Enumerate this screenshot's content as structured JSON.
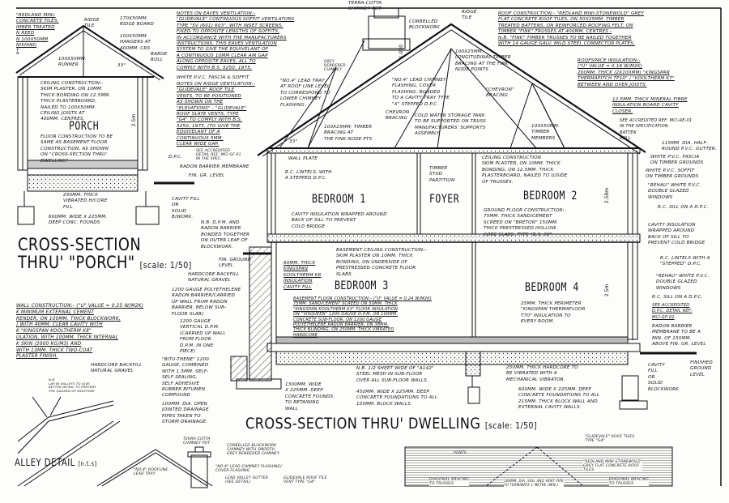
{
  "titles": {
    "porch_line1": "CROSS-SECTION",
    "porch_line2": "THRU' \"PORCH\"",
    "porch_scale": "[scale: 1/50]",
    "dwelling": "CROSS-SECTION THRU' DWELLING",
    "dwelling_scale": "[scale: 1/50]",
    "valley": "ALLEY DETAIL",
    "valley_scale": "[n.t.s]"
  },
  "rooms": {
    "porch": "PORCH",
    "bedroom1": "BEDROOM 1",
    "foyer": "FOYER",
    "bedroom2": "BEDROOM 2",
    "bedroom3": "BEDROOM 3",
    "bedroom4": "BEDROOM 4"
  },
  "dimensions": {
    "porch_height": "2.5m",
    "bed2_height": "2.58m",
    "bed4_height": "2.5m",
    "chimney_height": "1.000",
    "pitch_porch": "33°",
    "pitch_dwelling": "33°"
  },
  "notes": {
    "porch_roof": "\"Redland mini-\nconcrete tiles,\nimber treated\nn reed\nn 100x50mm\nnishing\nt",
    "ridge_tile": "Ridge\ntile",
    "ridge_board": "170x50mm.\nridge board",
    "hangers": "100x50mm.\nhangers at\n400mm. crs",
    "runner": "100x50mm.\nrunner",
    "barge_roll": "barge\nroll",
    "porch_ceiling": "Ceiling construction:-\nskim plaster, on 10mm.\nthick bonding on 12.5mm.\nthick plasterboard,\nnailed to 100x50mm.\nceiling joists at\n400mm. centres.",
    "porch_floor": "Floor construction to be\nsame as basement floor\nconstruction, as shown\non \"cross-section thru'\ndwelling\"",
    "porch_hardcore": "250mm. thick\nvibrated h/core\nfill",
    "porch_foundations": "600mm. wide x 225mm.\ndeep conc. founds",
    "dpc": "D.P.C.",
    "see_accredited": "see accredited\ndetail ref: mci-gf-01\nin the spec.",
    "radon_membrane": "radon barrier membrane",
    "fin_gr_level": "Fin. Gr. Level",
    "cavity_fill": "Cavity fill\nor\nsolid\nb/work.",
    "dpm_radon": "N.B. D.P.M. and\nradon barrier\nbonded together\non outer leaf of\nblockwork.",
    "eaves_vent": "Notes on eaves ventilation:-\n\"Glidevale\" continuous soffit ventilators\ntype \"SV (601) 603\", with inset screens,\nfixed to opposite lengths of soffits,\nin accordance with the manufacturers\ninstructions. This eaves ventilation\nsystem to give the equivelant of\na continuous 10mm clear air gap\nalong opposite eaves, all to\ncomply with B.S. 5250. 1975.",
    "fascia_soffit": "White p.v.c. fascia & soffit",
    "ridge_vent": "Notes on ridge ventilation:-\n\"Glidevale\" roof tile\nvents, to be positioned\nas shown on the\n\"elevations\" - \"Glidevale\"\nroof slate vents, type\n\"G4\" to comply with B.S.\n5250, 1975, (to give the\nequivelant of a\ncontinuous 5mm.\nclear wide gap.",
    "lead_tray": "\"No.4\" lead tray\nat roof line level\nto correspond to\nlower chimney\nflashing.",
    "grey_chimney": "Grey\nrendered\nchimney",
    "terra_cotta": "Terra-cotta\nchimney pot.",
    "corbelled": "Corbelled\nblockwork",
    "ridge_tile_main": "Ridge\ntile",
    "lead_flashing": "\"No.4\" lead chimney\nflashing, cover\nflashing, bonded\nto a cavity tray type\n\"X\" stepped d.p.c.",
    "chevron_bracing_l": "Chevron\nbracing",
    "timber_bracing": "100x25mm. timber\nbracing at\nthe fink node pts",
    "longitudinal": "100x25mm.\nlongitudinal timber\nbracing at the fink\nnode points",
    "chevron_bracing_r": "\"Chevron\"\nbracing",
    "water_tank": "Cold water storage tank\nto be supported on truss\nmanufacturers' supports\nassembly",
    "timber_members": "100x50mm.\ntimber\nmembers",
    "roof_construction": "Roof construction:- \"Redland mini-stonewold\" grey\nflat concrete roof tiles, on 50x25mm. timber\ntreated battens, on reinforced roofing felt, on\ntimber \"fink\" trusses at 400mm. centres -\nN.B. \"fink\" timber trusses to be nailed together\nwith 14 gauge galv. mild steel connector plates.",
    "roofspace_insulation": "Roofspace insulation:-\n(\"U\" value = 0.16 W/m2K)\n200mm. thick (2x100mm) \"Kingspan\nThermapitch TP10\" / \"Kooltherm K7\"\nbetween and over joists.",
    "mineral_fibre": "12.5mm. thick mineral fibre\ninsulation board cavity\ncloser.",
    "accredited_roof": "See accredited ref: mci-re-01\nin the specification\nbatten\nroll",
    "gutter": "115mm. dia. half-\nround p.v.c. gutter.",
    "fascia": "White p.v.c. fascia\non timber grounds",
    "soffit": "White p.v.c. soffit\non timber grounds",
    "rehau_top": "\"Rehau\" white p.v.c.\ndouble glazed\nwindows",
    "rc_sill_top": "R.C. sill on a d.p.c.",
    "cavity_insulation_r": "Cavity insulation\nwrapped around\nback of sill to\nprevent cold bridge",
    "wall_plate": "Wall plate",
    "lintels_l": "R.C. lintels, with\na stepped d.p.c.",
    "timber_stud": "Timber\nstud\npartition",
    "ceiling_main": "Ceiling construction\nskim plaster, on 10mm. thick\nbonding, on 12.5mm. thick\nplasterboard, nailed to u/side\nof trusses.",
    "ground_floor": "Ground floor construction:-\n75mm. thick sand/cement\nscreed on \"Breton\" 150mm.\nthick prestressed hollow\ncore slabs, type \"B.S. 96\"",
    "cavity_bed1": "Cavity insulation wrapped around\nback of sill to prevent\ncold bridge",
    "basement_ceiling": "Basement ceiling construction:-\nskim plaster on 10mm. thick\nbonding, on underside of\nprestressed concrete floor\nslabs.",
    "kingspan_wall": "60mm. thick\nKingspan\nKooltherm K8\ninsulation\ncavity fill",
    "basement_floor": "Basement floor construction:- (\"U\" value = 0.24 W/m2K)\n75mm. sand/cement screed on 50mm. thick\n\"Kingspan Kooltherm K3\" floor insulation\non \"Visqueen\" 1200 gauge d.p.m. on 100mm.\nconcrete sub-floor, on 1200 gauge\npolyethelene radon barrier, on 38mm.\nthick blinding, on 250mm. thick vibrated\nhardcore",
    "fin_ground": "Fin. ground\nlevel",
    "hardcore_backfill_top": "Hardcore backfill\nnatural gravel",
    "radon_carried": "1200 gauge polyethelene\nradon barrier/carried\nup wall from radon\nbarrier, below sub-\nfloor slab)",
    "vertical_dpm": "1200 gauge\nvertical d.p.m.\n(carried up wall\nfrom floor\nd.p.m. in one\npiece)",
    "hardcore_backfill": "Hardcore backfill\nnatural gravel",
    "bitu_thene": "\"Bitu-thene\" 1200\ngauge, combined\nwith 1.5mm. self-\nself sealing,\nself adhesive\nrubber bitumen\ncompound",
    "drainage": "100mm. dia. open\njointed drainage\npipes taken to\nstorm drainage.",
    "retaining_found": "1300mm. wide\nx 225mm. deep\nconcrete founds.\nto retaining\nwall",
    "a142": "N.B. 1/2 sheet wide of \"A142\"\nsteel mesh in sub-floor\nover all sub-floor walls.",
    "block_found": "450mm. wide x 225mm. deep\nconcrete foundations to all\n100mm. block walls.",
    "hardcore_250": "250mm. thick hardcore to\nbe vibrated with a\nmechanical vibrator.",
    "ext_found": "600mm. wide x 225mm. deep\nconcrete foundations to all\n215mm. thick block wall and\nexternal cavity walls.",
    "perimeter": "25mm. thick perimeter\n\"Kingspan Thermafloor\nT70\" insulation to\nevery room.",
    "lintels_r": "R.C. lintels with a\n\"stepped\" d.p.c.",
    "rehau_bottom": "\"Rehau\" white p.v.c.\ndouble glazed\nwindows",
    "rc_sill_bottom": "R.C. sill on a d.p.c.",
    "accredited_gf02": "See accredited\nd.p.c. detail ref:\nmci-gf-02",
    "radon_150": "Radon barrier\nmembrane to be a\nmin. of 150mm.\nabove fin. gr. level",
    "finished_ground": "Finished\nground\nlevel",
    "cavity_fill_r": "Cavity\nfill\nor\nsolid\nblockwork.",
    "wall_values": "Wall construction:- (\"U\" value = 0.25 W/m2K)\nk minimum external cement\nrender, on 100mm. thick blockwork,\n) with 40mm. clear cavity with\nk \"Kingspan Kooltherm K8\"\nulation, with 100mm. thick internal\nk skin (2000 kg/m3) and\nwith 13mm. thick two-coat\nplaster finish.",
    "valley_note": "N.B.\nlap in valleys to give\nbetter detail to prevent\nthe hazard of moisture",
    "valley_gutter": "Lead valley gutter\n(see detail)",
    "ch_pot": "Terra-cotta\nchimney pot",
    "ch_corbel": "Corbelled blockwork\nchimney with smooth\ngrey rendered chimney",
    "ch_flash": "\"No.4\" lead chimney flashing/\ncover flashing",
    "ch_tray": "\"No.4\" roofline\nlead tray",
    "ch_vent": "Glidevale roof tile\nvent type \"G4\"",
    "elev_tiles": "\"Glidevale\" roof tiles\ntype \"G4\"",
    "elev_vents": "vents",
    "elev_redland": "\"Redland mini-stonewold\"\ngrey flat concrete roof\ntiles.",
    "elev_bracing_l": "Diagonal bracing\nto trusses",
    "elev_pipe": "100mm. dia. soil and vent pipe\nto terminate 1 metre (min.)",
    "elev_bracing_r": "Diagonal bracing\nto trusses"
  }
}
